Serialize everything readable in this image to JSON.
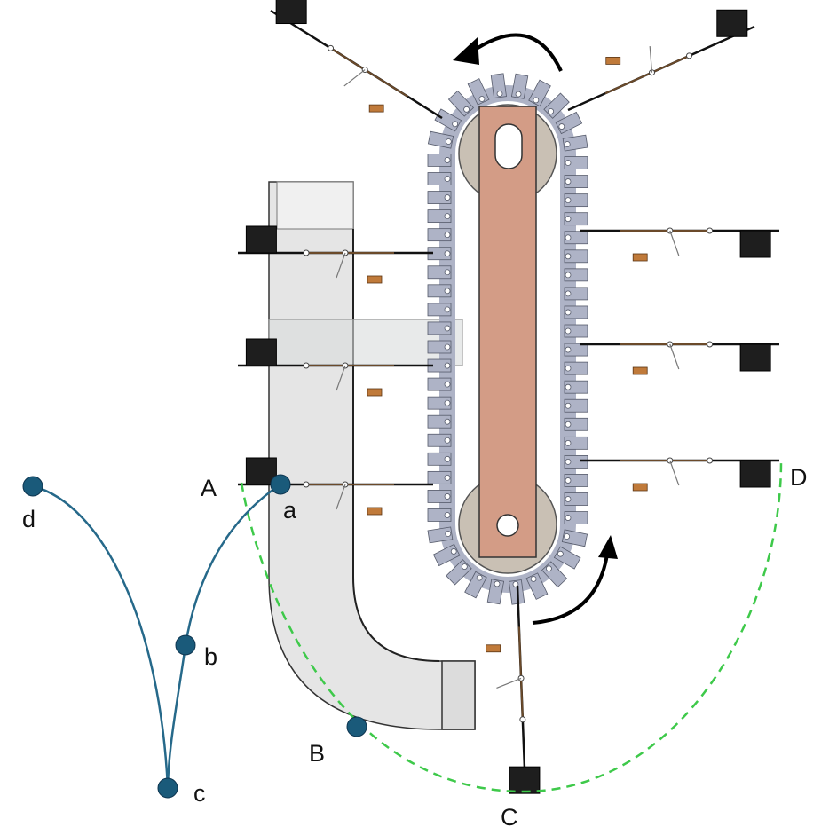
{
  "colors": {
    "chain": "#aeb3c6",
    "chain_edge": "#555a6a",
    "bar": "#d39c86",
    "sprocket": "#c9c0b4",
    "duct": "#e6e6e6",
    "arm": "#6b4a2a",
    "weight": "#1e1e1e",
    "path_dashed": "#3ec94a",
    "graph_node": "#1a5a7a",
    "graph_edge": "#26698a"
  },
  "diagram": {
    "point_labels": {
      "A": "A",
      "B": "B",
      "C": "C",
      "D": "D"
    },
    "graph_labels": {
      "a": "a",
      "b": "b",
      "c": "c",
      "d": "d"
    }
  }
}
